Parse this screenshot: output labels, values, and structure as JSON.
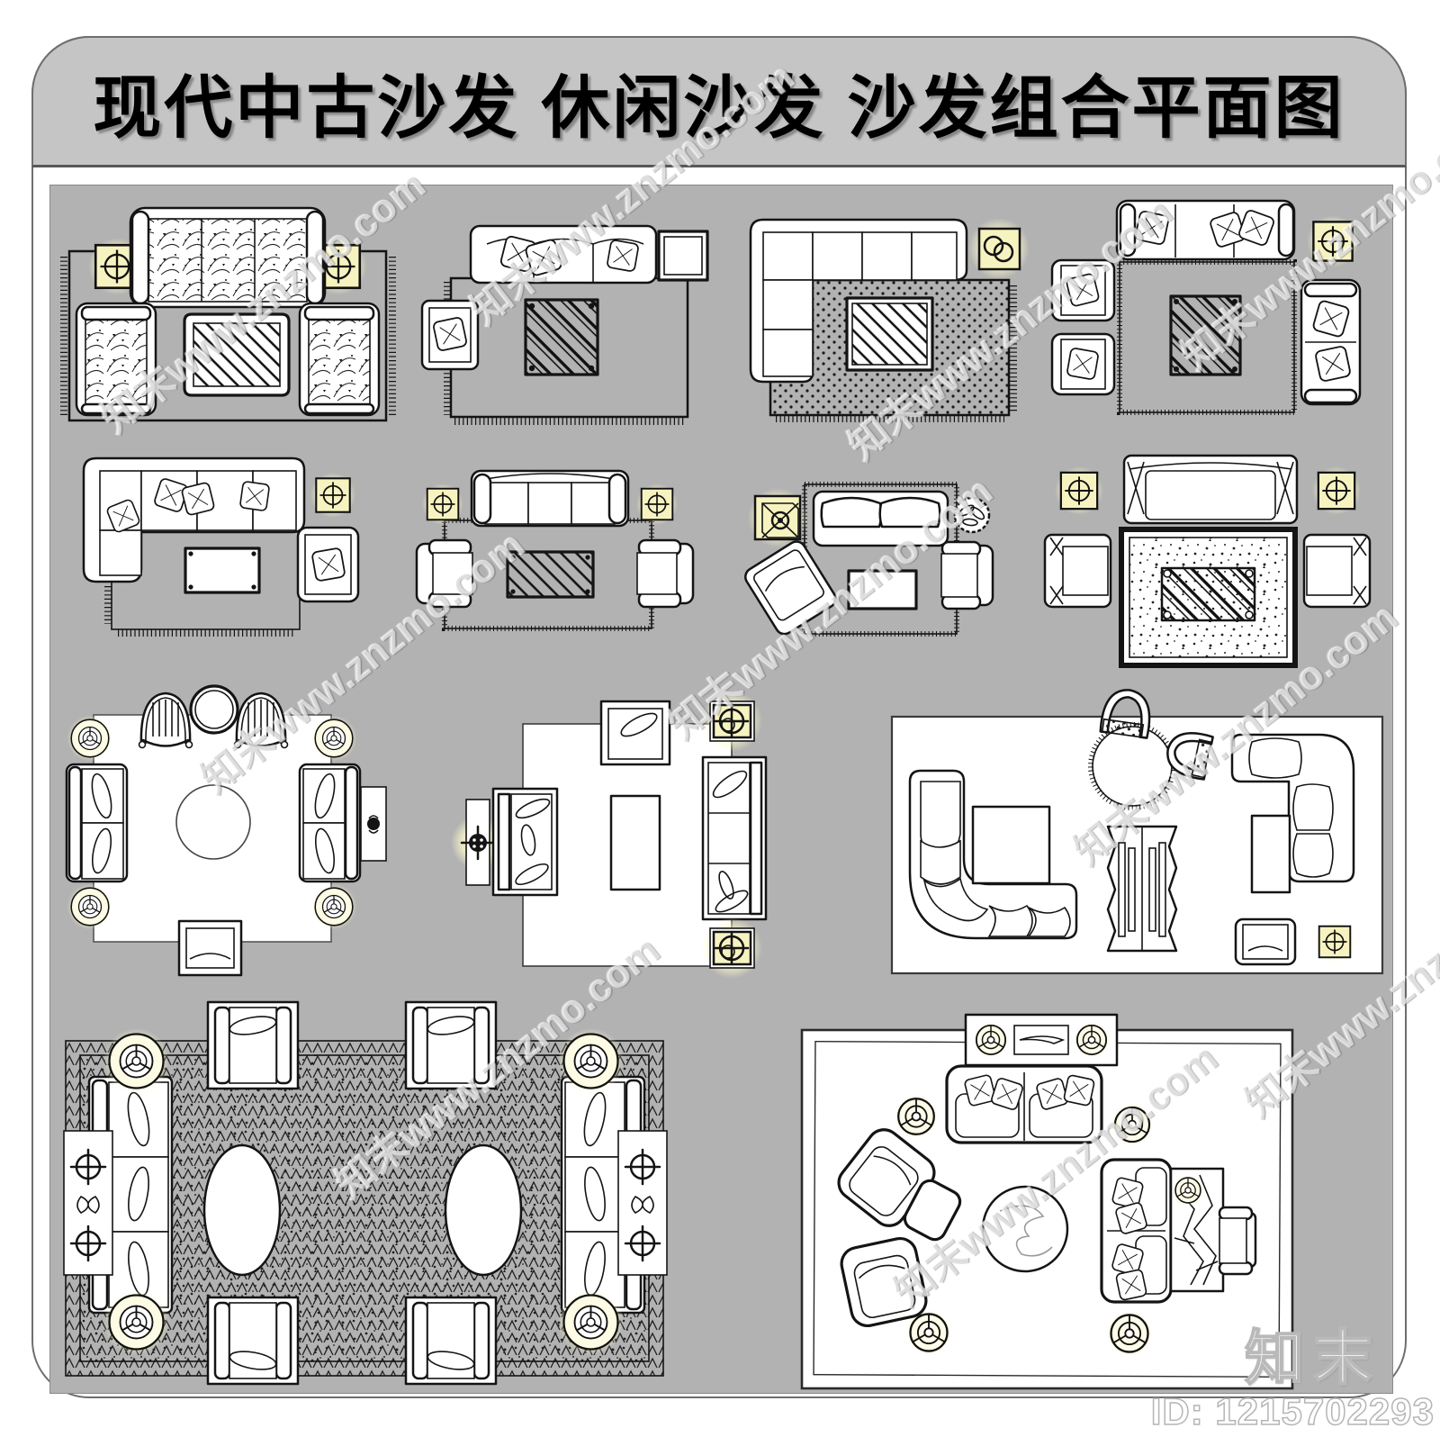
{
  "header": {
    "title": "现代中古沙发 休闲沙发 沙发组合平面图"
  },
  "watermark": {
    "text": "知末www.znzmo.com",
    "site": "www.znzmo.com"
  },
  "footer": {
    "brand_logo": "知末",
    "asset_id": "ID: 1215702293"
  },
  "colors": {
    "title_bar_gray": "#c5c5c5",
    "panel_gray": "#b2b2b2",
    "frame_border": "#6e6e6e",
    "line_black": "#141414",
    "lamp_yellow": "#f7f3c0",
    "lamp_glow": "#fdf9d2",
    "paper_white": "#ffffff"
  },
  "layouts": [
    {
      "id": "plan-1",
      "row": 1,
      "name": "floral sofa set on dark basket-weave rug",
      "components": [
        "three-seat floral sofa",
        "two floral armchairs",
        "hatched coffee table",
        "two square lamp tables",
        "basket-weave rug with side fringe"
      ]
    },
    {
      "id": "plan-2",
      "row": 1,
      "name": "sofa with pillows on plaid rug",
      "components": [
        "three-seat sofa with pillows",
        "square striped coffee table",
        "square armchair with pillow",
        "plain square side table",
        "dark plaid rug with fringe"
      ]
    },
    {
      "id": "plan-3",
      "row": 1,
      "name": "L-shaped sectional on dotted rug",
      "components": [
        "L-shaped sectional sofa",
        "striped coffee table",
        "square lamp table with cups glyph",
        "dotted rug with fringe"
      ]
    },
    {
      "id": "plan-4",
      "row": 1,
      "name": "sofa, two armchairs and loveseat around dark rug",
      "components": [
        "three-seat sofa with pillows",
        "two armchairs with pillows",
        "two-seat loveseat with pillows",
        "striped square coffee table",
        "square lamp table",
        "dark textured rug with fringe"
      ]
    },
    {
      "id": "plan-5",
      "row": 2,
      "name": "L-shaped chaise sofa on fine-dot rug",
      "components": [
        "L-shaped chaise sofa with pillows",
        "plain rectangular coffee table",
        "armchair with pillow",
        "square lamp table",
        "fine-dot rug with fringe"
      ]
    },
    {
      "id": "plan-6",
      "row": 2,
      "name": "sofa and two facing armchairs on plain rug",
      "components": [
        "three-seat sofa",
        "two facing armchairs",
        "striped coffee table",
        "two square lamp tables",
        "plain rug with grass fringe"
      ]
    },
    {
      "id": "plan-7",
      "row": 2,
      "name": "loveseat group on basket-weave rug",
      "components": [
        "two-seat loveseat",
        "rotated armchair",
        "side-facing armchair",
        "plain coffee table",
        "ornate square lamp table",
        "round potted plant",
        "basket-weave rug with fringe"
      ]
    },
    {
      "id": "plan-8",
      "row": 2,
      "name": "sofa and armchairs around speckled bordered rug",
      "components": [
        "roll-arm sofa",
        "two roll-arm armchairs",
        "striped coffee table",
        "two square lamp tables",
        "speckled rug with dark border"
      ]
    },
    {
      "id": "plan-9",
      "row": 3,
      "name": "symmetric salon with windsor chairs",
      "components": [
        "two windsor chairs",
        "round side table",
        "two facing two-seat sofas",
        "round center table",
        "console with vase",
        "bench",
        "four round corner lamps",
        "square area rug"
      ]
    },
    {
      "id": "plan-10",
      "row": 3,
      "name": "leaf-cushion group on square rug",
      "components": [
        "armchair",
        "two-seat sofa",
        "three-seat sofa",
        "rectangular coffee table",
        "wall sconce",
        "two framed square lamps",
        "square area rug"
      ]
    },
    {
      "id": "plan-11",
      "row": 3,
      "name": "large lounge with curved sectional",
      "components": [
        "curved L-shaped sectional",
        "square coffee table",
        "round woven rug",
        "two basket chairs",
        "slatted bench",
        "L-shaped sofa",
        "side table",
        "armchair",
        "square lamp table"
      ]
    },
    {
      "id": "plan-12",
      "row": 4,
      "name": "grand symmetric hall on speckled rug",
      "components": [
        "two three-seat sofas",
        "four accent chairs",
        "two oval tables",
        "four round corner lamps",
        "two console lamp tables",
        "speckled rug with zigzag border"
      ]
    },
    {
      "id": "plan-13",
      "row": 4,
      "name": "hand-drawn media lounge",
      "components": [
        "tv console with two speakers",
        "two-seat sofa with pillows",
        "two swivel armchairs",
        "ottoman",
        "round rug",
        "side loveseat",
        "crackle rug with lamp",
        "reading chair",
        "four round lamps"
      ]
    }
  ]
}
